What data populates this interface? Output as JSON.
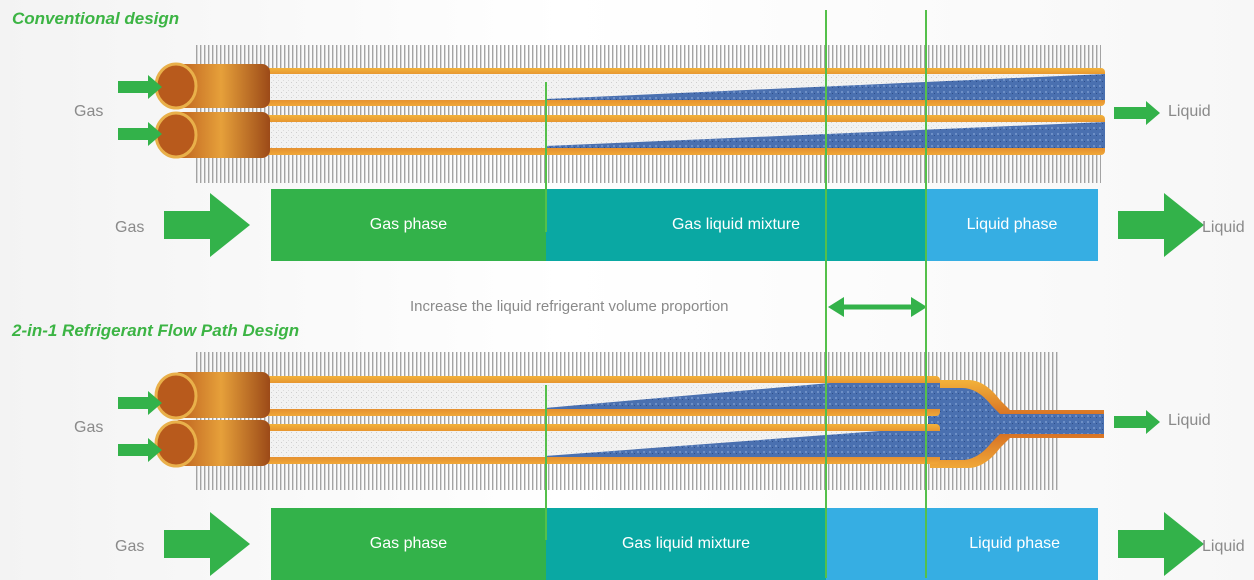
{
  "conventional": {
    "title": "Conventional design",
    "gas_label": "Gas",
    "liquid_label": "Liquid",
    "bar": {
      "inlet_label": "Gas",
      "outlet_label": "Liquid",
      "segments": [
        "Gas phase",
        "Gas liquid mixture",
        "Liquid phase"
      ]
    }
  },
  "annotation": "Increase the liquid refrigerant volume proportion",
  "two_in_one": {
    "title": "2-in-1 Refrigerant Flow Path Design",
    "gas_label": "Gas",
    "liquid_label": "Liquid",
    "bar": {
      "inlet_label": "Gas",
      "outlet_label": "Liquid",
      "segments": [
        "Gas phase",
        "Gas liquid mixture",
        "Liquid phase"
      ]
    }
  },
  "colors": {
    "accent_green": "#33b24a",
    "teal": "#0aa8a3",
    "liquid_blue": "#36aee3",
    "copper": "#d4702a",
    "liquid_fill": "#3e64a8",
    "gas_fill": "#eeeeee"
  }
}
